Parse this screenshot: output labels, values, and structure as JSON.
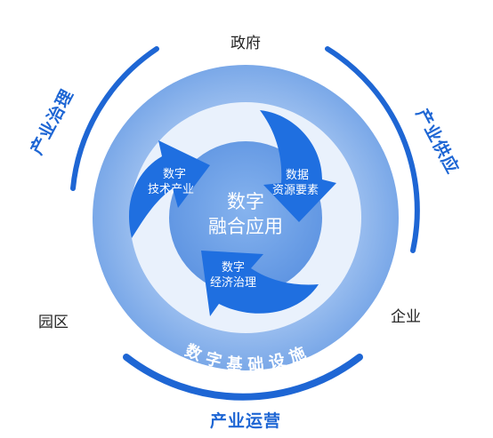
{
  "stakeholders": {
    "top": "政府",
    "left": "园区",
    "right": "企业"
  },
  "outer_segments": {
    "top_left": "产业治理",
    "top_right": "产业供应",
    "bottom": "产业运营"
  },
  "ring_label": "数字基础设施",
  "center": {
    "line1": "数字",
    "line2": "融合应用"
  },
  "arrows": {
    "upper_left": {
      "line1": "数字",
      "line2": "技术产业"
    },
    "right": {
      "line1": "数据",
      "line2": "资源要素"
    },
    "bottom": {
      "line1": "数字",
      "line2": "经济治理"
    }
  },
  "colors": {
    "accent_dark": "#1e66d4",
    "ring": "#8fb8ee",
    "ring_light": "#e9f1fc",
    "center": "#6a9ee6",
    "arrow": "#1f6fe0"
  }
}
